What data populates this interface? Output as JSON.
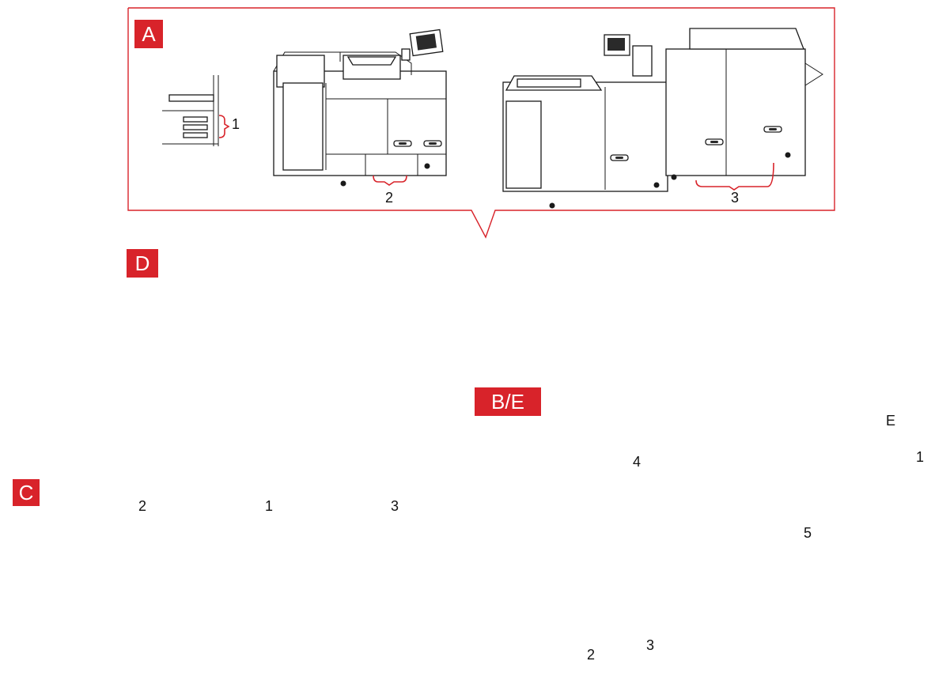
{
  "colors": {
    "accent": "#d8232a",
    "outline": "#1a1a1a",
    "ghost": "#bdbdbd",
    "background": "#ffffff"
  },
  "panels": {
    "A": {
      "tag": "A",
      "callouts": [
        "1",
        "2",
        "3"
      ]
    },
    "BE": {
      "tag": "B/E",
      "callouts": [
        "E",
        "1",
        "4",
        "2",
        "3",
        "5"
      ]
    },
    "C": {
      "tag": "C",
      "callouts": [
        "2",
        "1",
        "3"
      ]
    },
    "D": {
      "tag": "D"
    }
  }
}
